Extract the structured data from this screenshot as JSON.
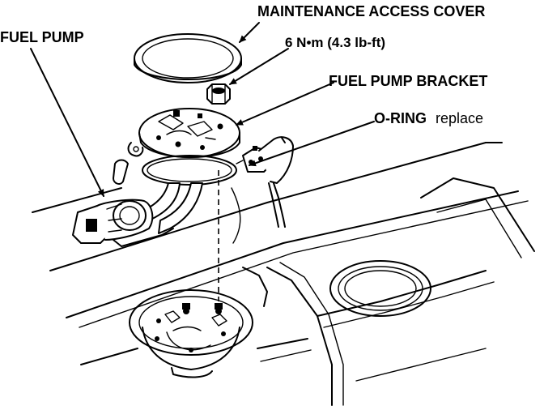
{
  "labels": {
    "maintenance_cover": "MAINTENANCE ACCESS COVER",
    "fuel_pump": "FUEL PUMP",
    "torque": "6 N•m (4.3 lb-ft)",
    "bracket": "FUEL PUMP BRACKET",
    "oring": "O-RING",
    "oring_note": "replace"
  }
}
